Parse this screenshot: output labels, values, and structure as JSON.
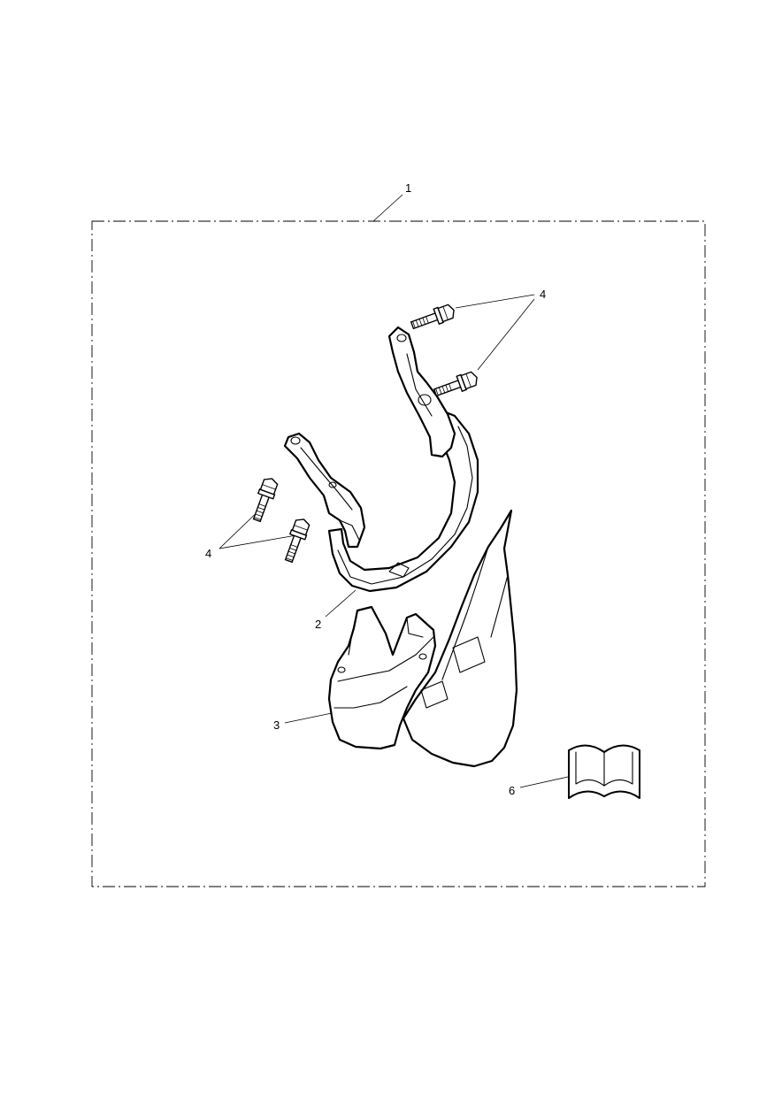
{
  "callouts": [
    {
      "id": "kit",
      "label": "1"
    },
    {
      "id": "bracket",
      "label": "2"
    },
    {
      "id": "hugger",
      "label": "3"
    },
    {
      "id": "bolts-upper",
      "label": "4"
    },
    {
      "id": "bolts-lower",
      "label": "4"
    },
    {
      "id": "manual",
      "label": "6"
    }
  ],
  "colors": {
    "line": "#000000",
    "background": "#ffffff"
  },
  "icons": [
    "bolt-icon",
    "book-icon"
  ]
}
